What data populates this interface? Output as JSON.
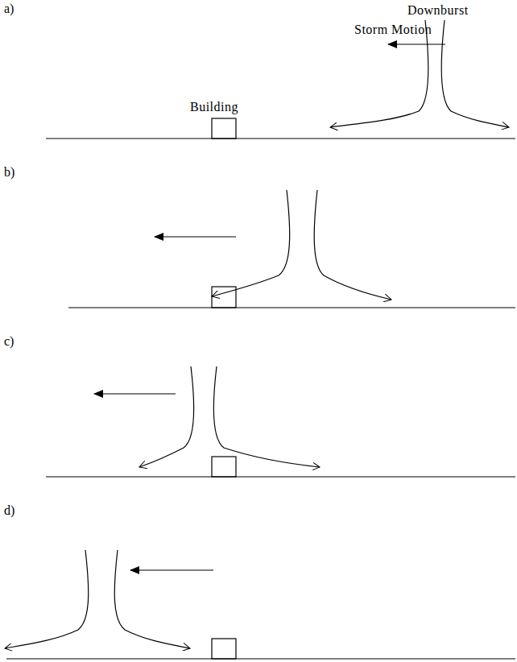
{
  "diagram": {
    "labels": [
      "a)",
      "Downburst",
      "Storm Motion",
      "Building",
      "b)",
      "c)",
      "d)"
    ]
  }
}
